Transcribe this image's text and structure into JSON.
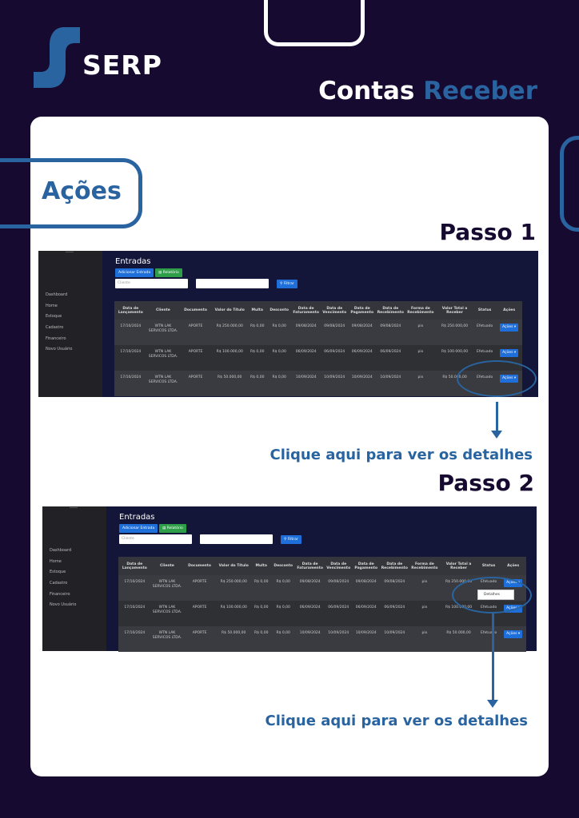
{
  "brand": {
    "logo_text": "SERP"
  },
  "header": {
    "title_part1": "Contas",
    "title_part2": "Receber"
  },
  "section": {
    "title": "Ações"
  },
  "steps": [
    {
      "label": "Passo 1",
      "hint": "Clique aqui para ver os detalhes"
    },
    {
      "label": "Passo 2",
      "hint": "Clique aqui para ver os detalhes"
    }
  ],
  "app": {
    "sidebar": [
      "Dashboard",
      "Home",
      "Estoque",
      "Cadastro",
      "Financeiro",
      "Novo Usuário"
    ],
    "page_title": "Entradas",
    "add_button": "Adicionar Entrada",
    "report_button": "Relatório",
    "client_placeholder": "Cliente",
    "filter_button": "Filtrar",
    "columns": [
      "Data de Lançamento",
      "Cliente",
      "Documento",
      "Valor do Título",
      "Multa",
      "Desconto",
      "Data de Faturamento",
      "Data de Vencimento",
      "Data de Pagamento",
      "Data de Recebimento",
      "Forma de Recebimento",
      "Valor Total a Receber",
      "Status",
      "Ações"
    ],
    "rows": [
      [
        "17/10/2024",
        "WTN LAK SERVICOS LTDA.",
        "APORTE",
        "R$ 250.000,00",
        "R$ 0,00",
        "R$ 0,00",
        "09/08/2024",
        "09/08/2024",
        "09/08/2024",
        "09/08/2024",
        "pix",
        "R$ 250.000,00",
        "Efetuado",
        "Ações"
      ],
      [
        "17/10/2024",
        "WTN LAK SERVICOS LTDA.",
        "APORTE",
        "R$ 100.000,00",
        "R$ 0,00",
        "R$ 0,00",
        "06/09/2024",
        "06/09/2024",
        "06/09/2024",
        "06/09/2024",
        "pix",
        "R$ 100.000,00",
        "Efetuado",
        "Ações"
      ],
      [
        "17/10/2024",
        "WTN LAK SERVICOS LTDA.",
        "APORTE",
        "R$ 50.000,00",
        "R$ 0,00",
        "R$ 0,00",
        "10/09/2024",
        "10/09/2024",
        "10/09/2024",
        "10/09/2024",
        "pix",
        "R$ 50.000,00",
        "Efetuado",
        "Ações"
      ]
    ],
    "dropdown_item": "Detalhes"
  },
  "colors": {
    "background": "#170a30",
    "accent": "#2a64a0",
    "primary_button": "#1e6fd9",
    "success_button": "#2e9e49"
  }
}
